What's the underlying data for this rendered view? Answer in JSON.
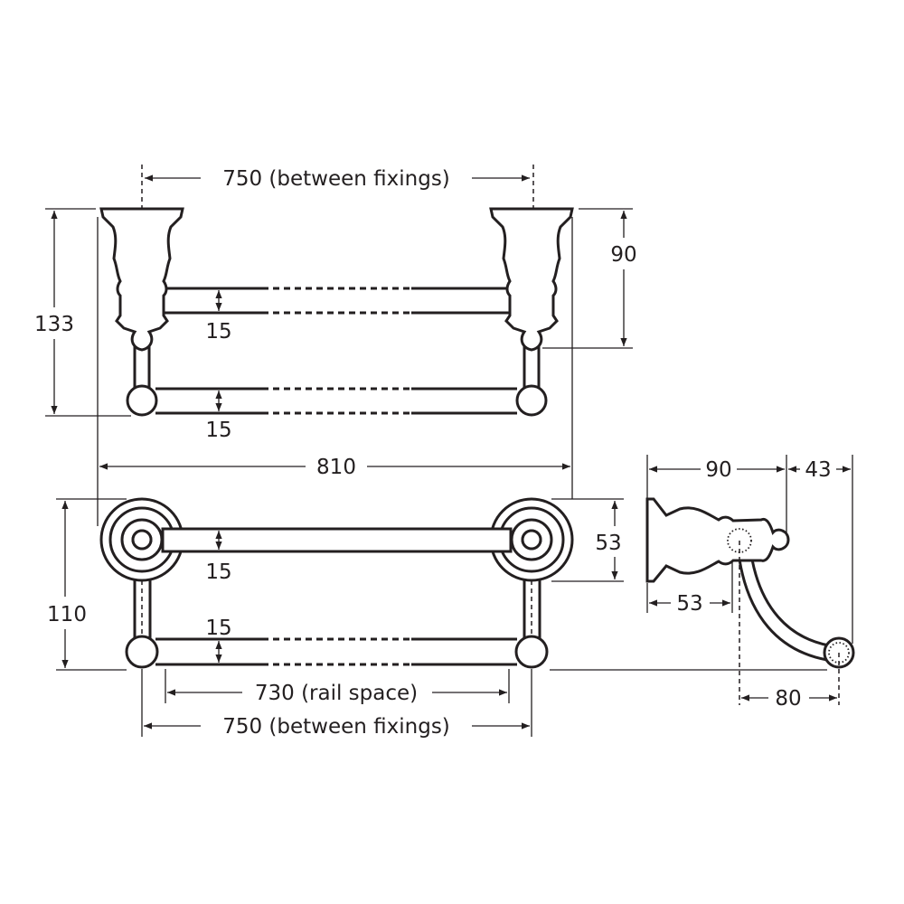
{
  "dimensions": {
    "top_between_fixings": "750 (between fixings)",
    "height_133": "133",
    "height_90": "90",
    "top_rail_dia": "15",
    "lower_rail_dia": "15",
    "overall_810": "810",
    "depth_110": "110",
    "rosette_53": "53",
    "plan_top_rail_dia": "15",
    "plan_lower_rail_dia": "15",
    "rail_space": "730 (rail space)",
    "bottom_between_fixings": "750 (between fixings)",
    "side_90": "90",
    "side_43": "43",
    "side_53": "53",
    "side_80": "80"
  }
}
